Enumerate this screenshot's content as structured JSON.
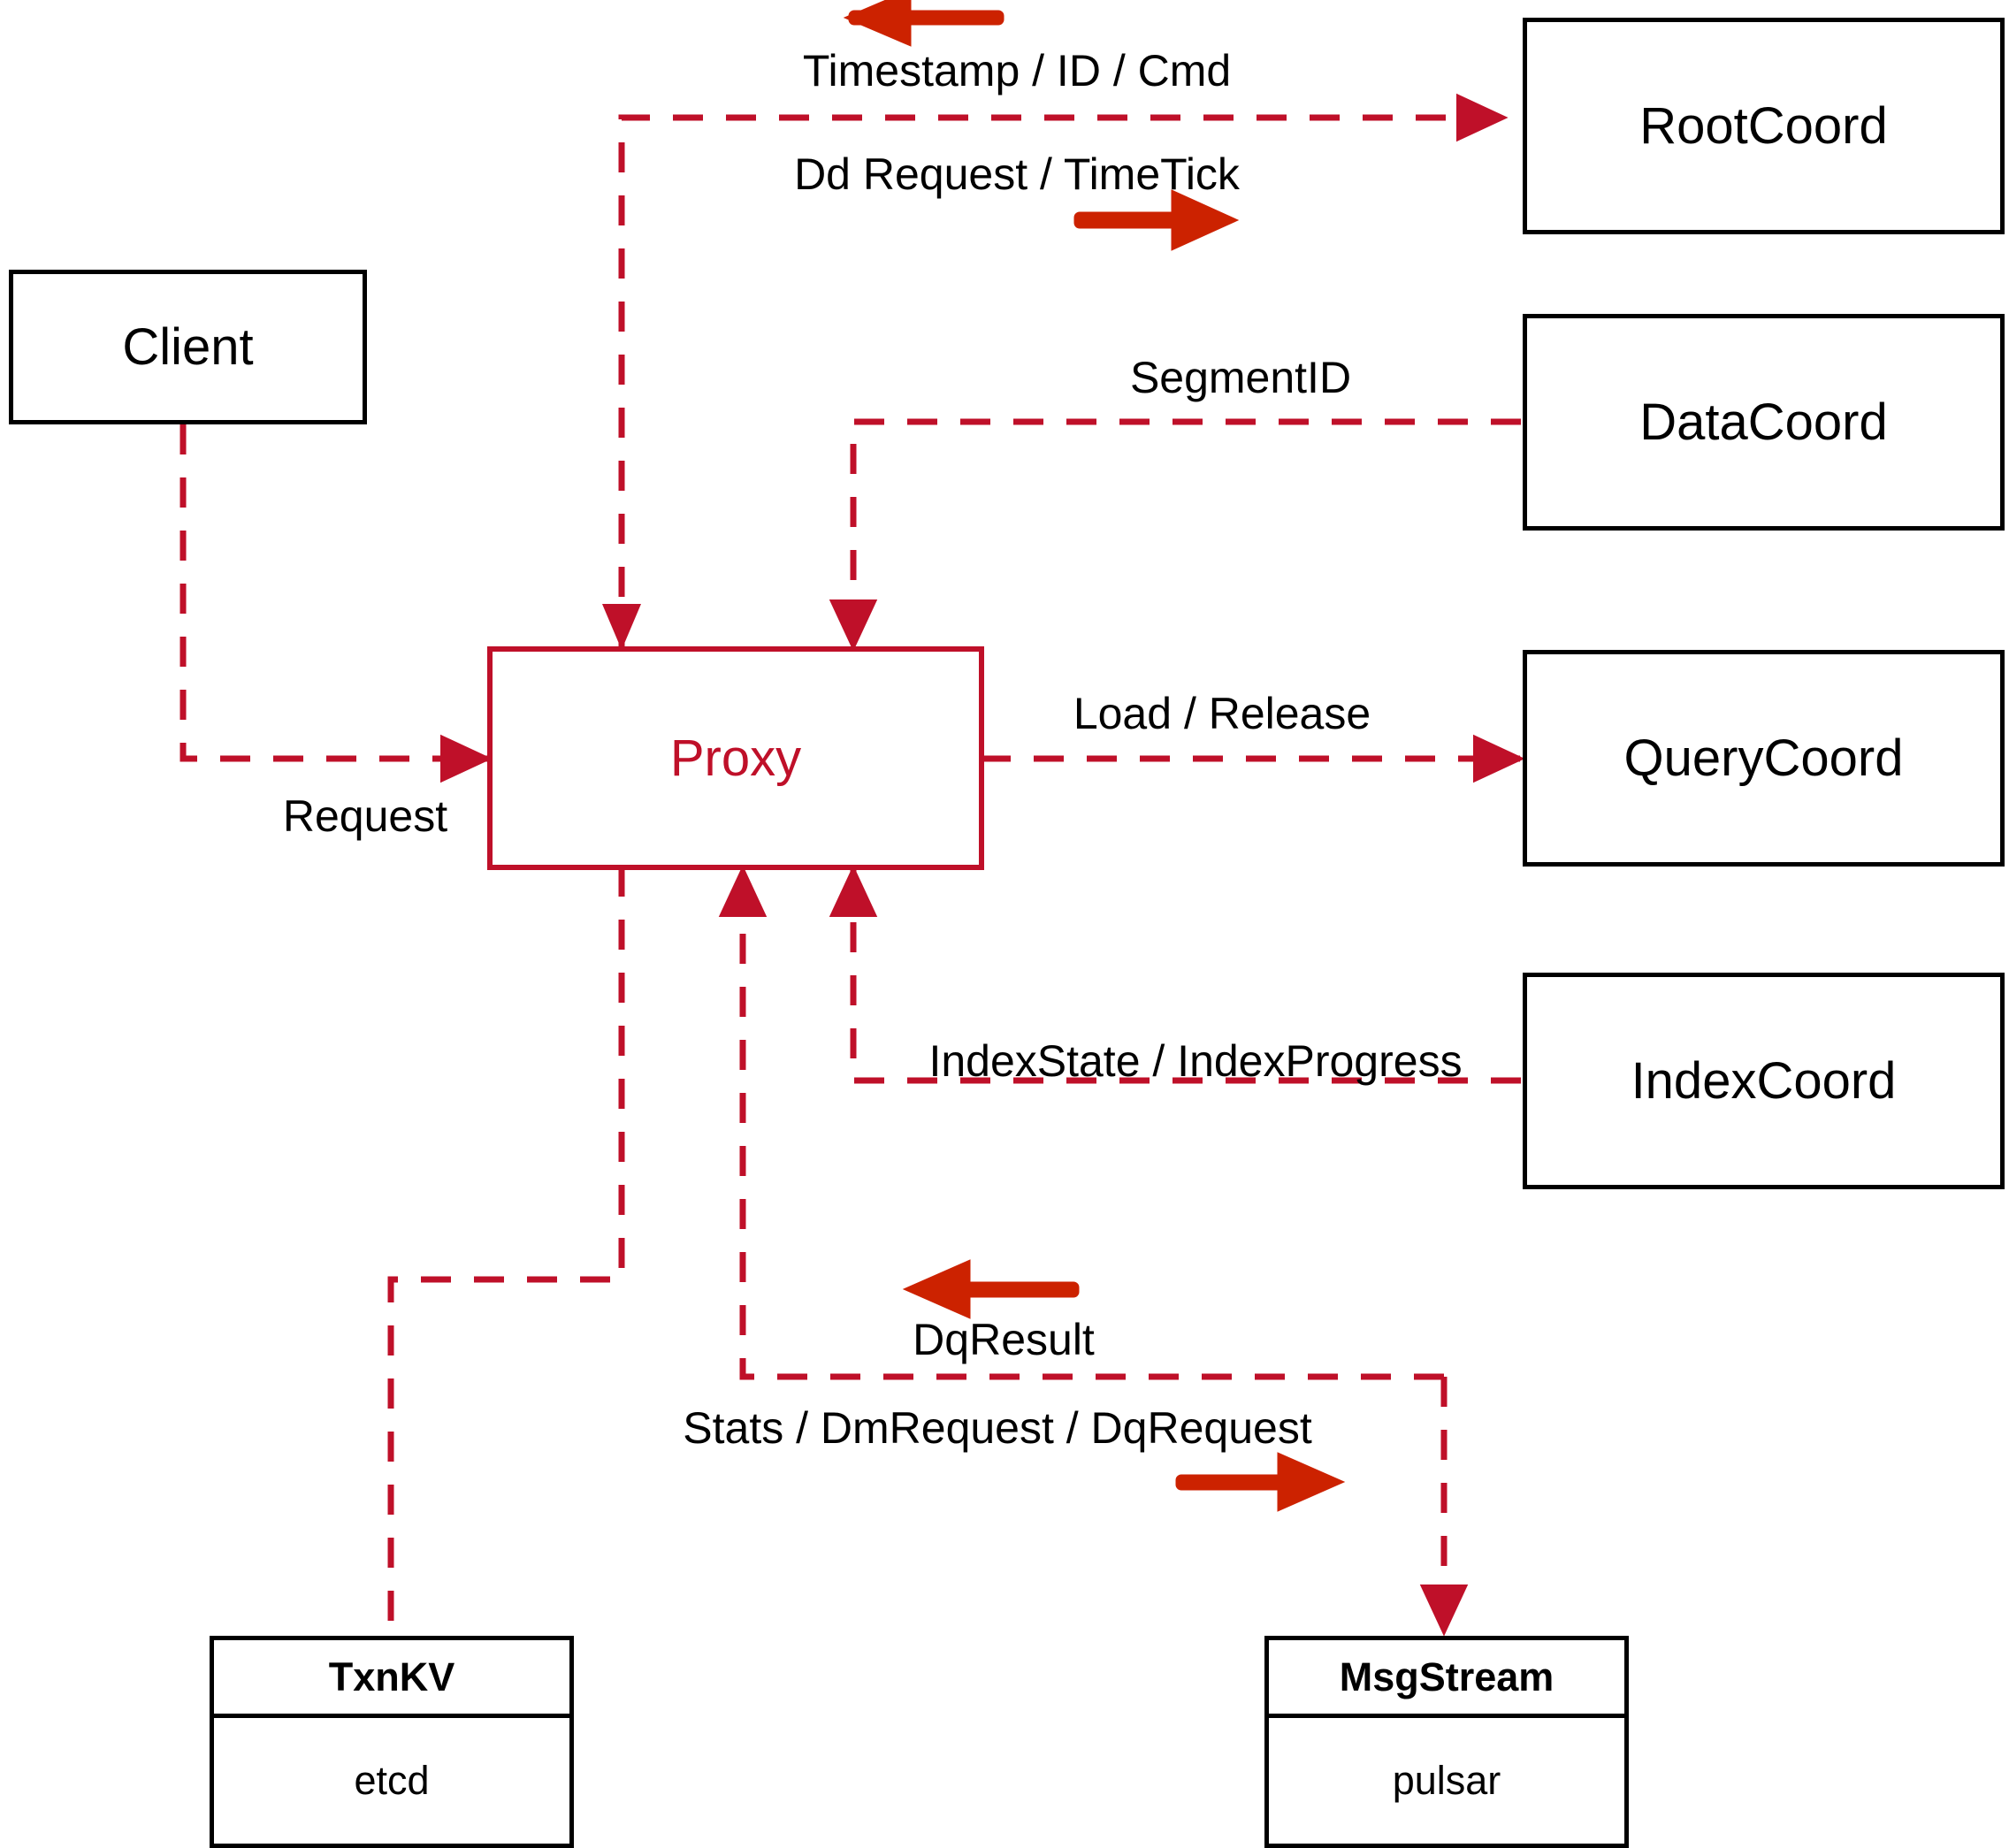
{
  "diagram": {
    "title": "Milvus Proxy component interaction diagram",
    "colors": {
      "connector_red": "#BF1029",
      "arrow_red": "#CC2200",
      "node_black": "#000000",
      "background": "#FFFFFF"
    },
    "nodes": [
      {
        "id": "client",
        "label": "Client",
        "style": "black"
      },
      {
        "id": "proxy",
        "label": "Proxy",
        "style": "red"
      },
      {
        "id": "rootcoord",
        "label": "RootCoord",
        "style": "black"
      },
      {
        "id": "datacoord",
        "label": "DataCoord",
        "style": "black"
      },
      {
        "id": "querycoord",
        "label": "QueryCoord",
        "style": "black"
      },
      {
        "id": "indexcoord",
        "label": "IndexCoord",
        "style": "black"
      }
    ],
    "stack_nodes": [
      {
        "id": "txnkv",
        "header": "TxnKV",
        "body": "etcd"
      },
      {
        "id": "msgstream",
        "header": "MsgStream",
        "body": "pulsar"
      }
    ],
    "edge_labels": [
      {
        "id": "timestamp-id-cmd",
        "text": "Timestamp / ID / Cmd",
        "direction": "left"
      },
      {
        "id": "dd-request-timetick",
        "text": "Dd Request / TimeTick",
        "direction": "right"
      },
      {
        "id": "segmentid",
        "text": "SegmentID",
        "direction": "left"
      },
      {
        "id": "load-release",
        "text": "Load / Release",
        "direction": "right"
      },
      {
        "id": "indexstate",
        "text": "IndexState / IndexProgress",
        "direction": "left"
      },
      {
        "id": "request",
        "text": "Request",
        "direction": "right"
      },
      {
        "id": "dqresult",
        "text": "DqResult",
        "direction": "left"
      },
      {
        "id": "stats-dm-dq",
        "text": "Stats / DmRequest / DqRequest",
        "direction": "right"
      }
    ]
  }
}
